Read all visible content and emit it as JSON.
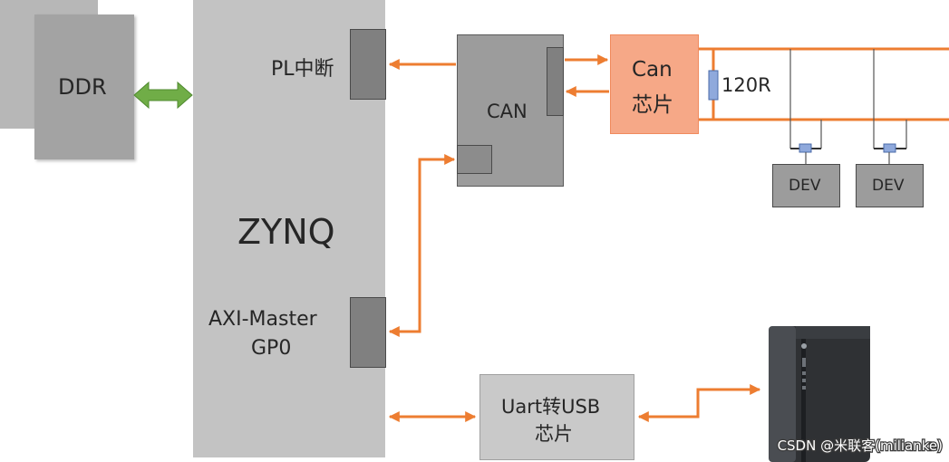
{
  "diagram": {
    "ddr": "DDR",
    "zynq": "ZYNQ",
    "pl_interrupt": "PL中断",
    "axi_master_line1": "AXI-Master",
    "axi_master_line2": "GP0",
    "can_controller": "CAN",
    "can_chip_line1": "Can",
    "can_chip_line2": "芯片",
    "terminator": "120R",
    "dev_1": "DEV",
    "dev_2": "DEV",
    "uart_usb_line1": "Uart转USB",
    "uart_usb_line2": "芯片",
    "watermark": "CSDN @米联客(milianke)"
  },
  "colors": {
    "zynq_fill": "#c3c3c3",
    "block_fill": "#9c9c9c",
    "port_fill": "#808080",
    "can_chip_fill": "#f6a887",
    "wire": "#ed7d31",
    "ddr_arrow": "#70ad47",
    "resistor": "#8fa9dc"
  },
  "icons": [
    "desktop-pc-tower-icon"
  ]
}
